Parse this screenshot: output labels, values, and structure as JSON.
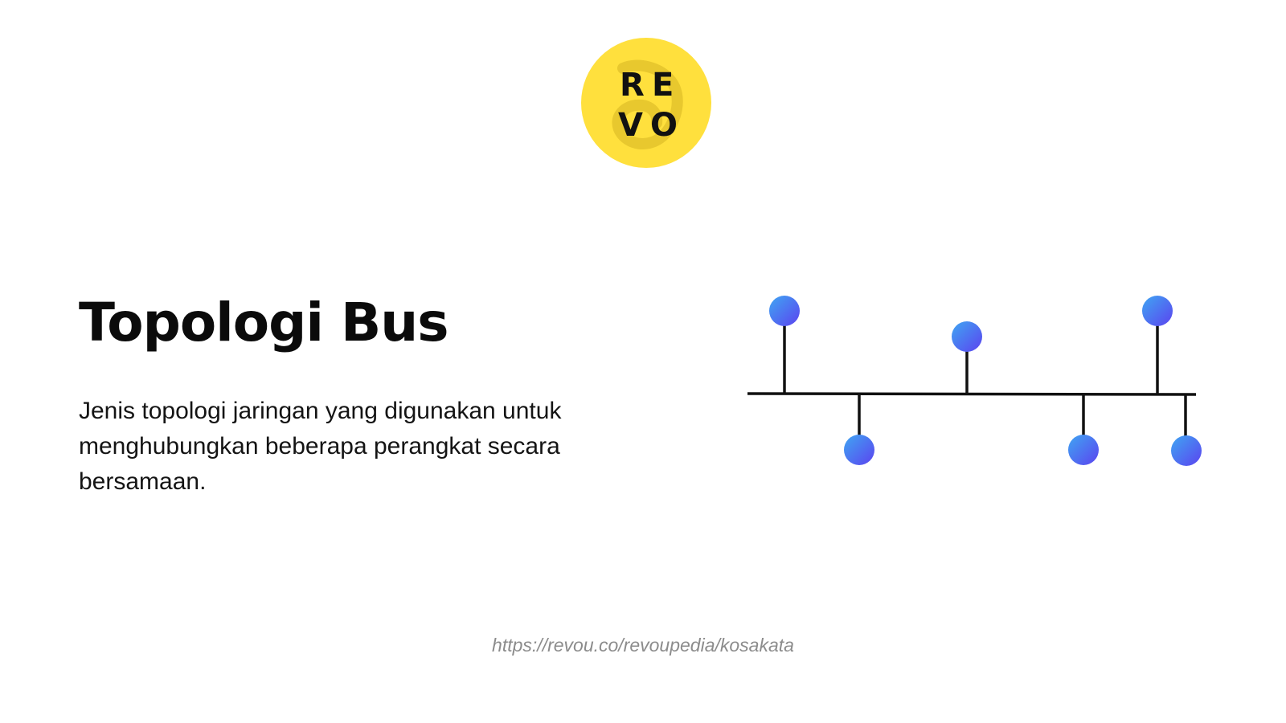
{
  "logo": {
    "letters": [
      "R",
      "E",
      "V",
      "O"
    ],
    "background_color": "#FFE03D"
  },
  "slide": {
    "title": "Topologi Bus",
    "description": "Jenis topologi jaringan yang digunakan untuk menghubungkan beberapa perangkat secara bersamaan."
  },
  "diagram": {
    "node_gradient": [
      "#3FA6F2",
      "#5B43F0"
    ],
    "line_color": "#111111"
  },
  "footer": {
    "source_url": "https://revou.co/revoupedia/kosakata"
  }
}
